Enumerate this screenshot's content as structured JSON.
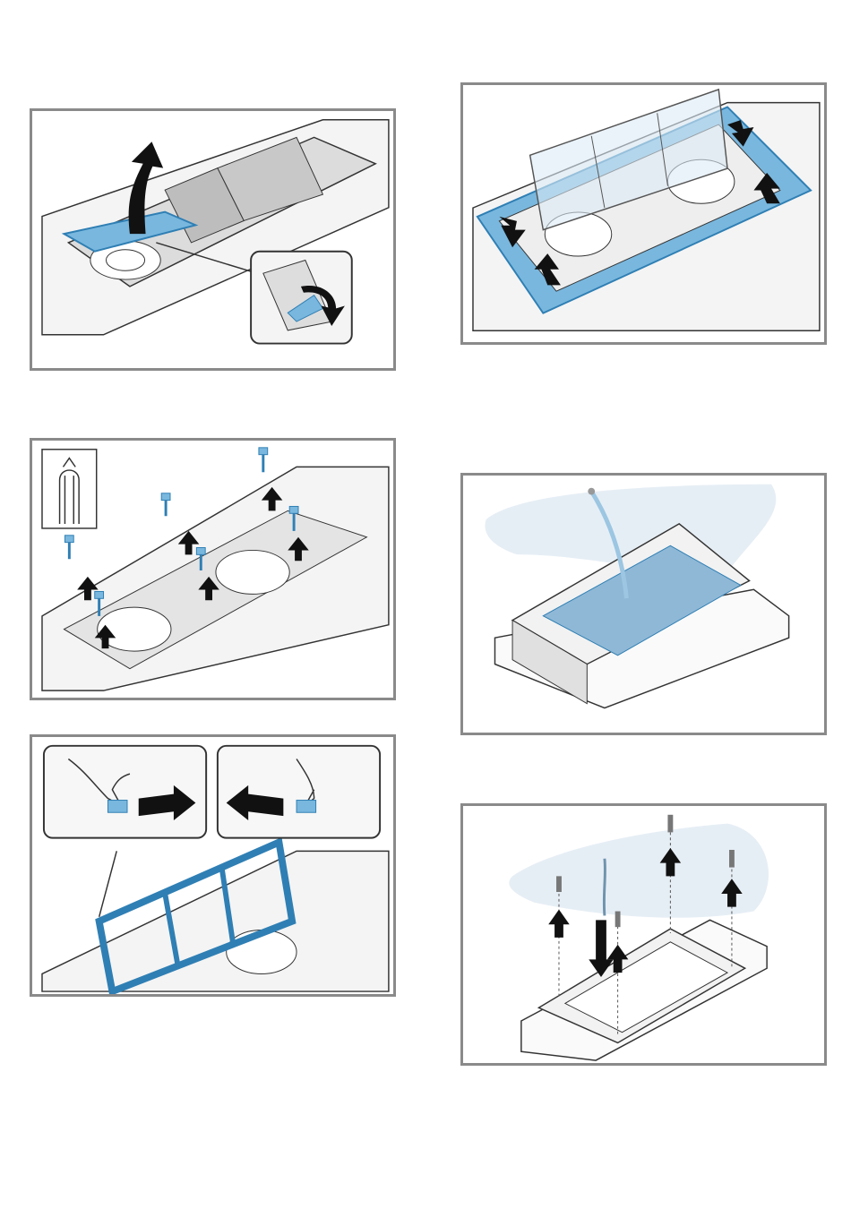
{
  "figures": [
    {
      "id": "p1",
      "name": "remove-grease-filter-cover"
    },
    {
      "id": "p2",
      "name": "remove-glass-panel"
    },
    {
      "id": "p3",
      "name": "unscrew-fan-cover-screws"
    },
    {
      "id": "p4",
      "name": "install-odour-filter-module"
    },
    {
      "id": "p5",
      "name": "release-filter-frame-clips"
    },
    {
      "id": "p6",
      "name": "fasten-module-to-ceiling"
    }
  ],
  "colors": {
    "frame": "#8a8a8a",
    "accent_blue": "#79b7de",
    "accent_blue_dark": "#2f7fb4",
    "arrow": "#111111",
    "line": "#333333",
    "filter_gray": "#c8c8c8",
    "ceiling_blue": "#e6eef5"
  },
  "icons": [
    "torx-screwdriver-icon",
    "screw-icon",
    "up-arrow-icon",
    "down-arrow-icon",
    "right-arrow-icon",
    "left-arrow-icon",
    "fan-icon",
    "hand-icon"
  ]
}
